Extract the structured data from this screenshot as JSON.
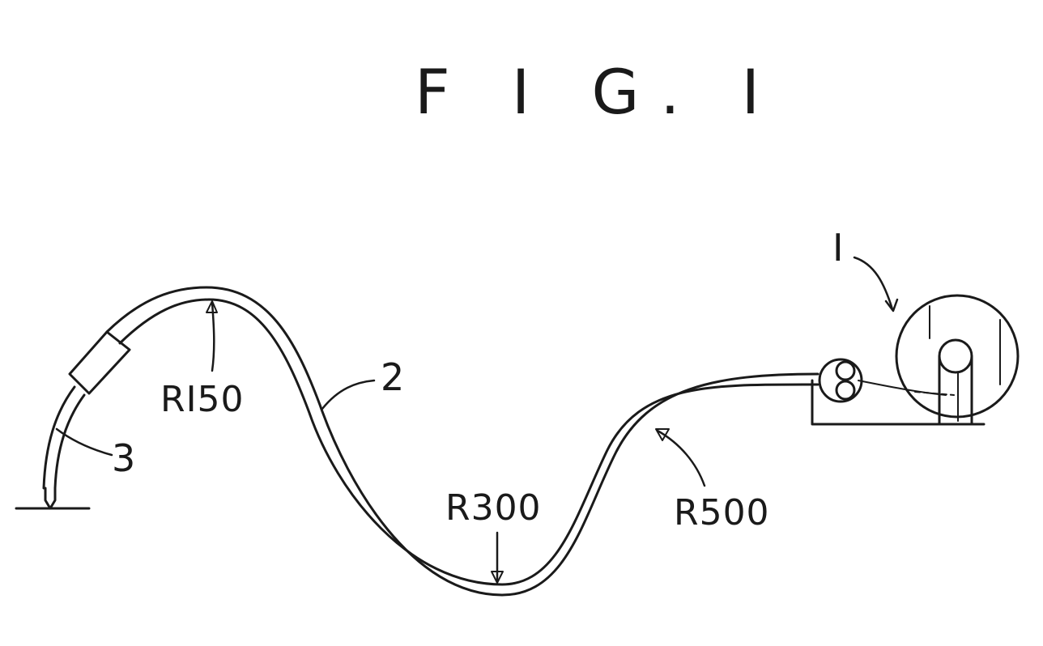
{
  "figure": {
    "title": "F I G. I",
    "reference_numerals": {
      "wire_feeder": "I",
      "conduit_cable": "2",
      "welding_torch": "3"
    },
    "bend_radii": {
      "r150": "RI50",
      "r300": "R300",
      "r500": "R500"
    },
    "colors": {
      "ink": "#1a1a1a",
      "background": "#ffffff"
    }
  }
}
